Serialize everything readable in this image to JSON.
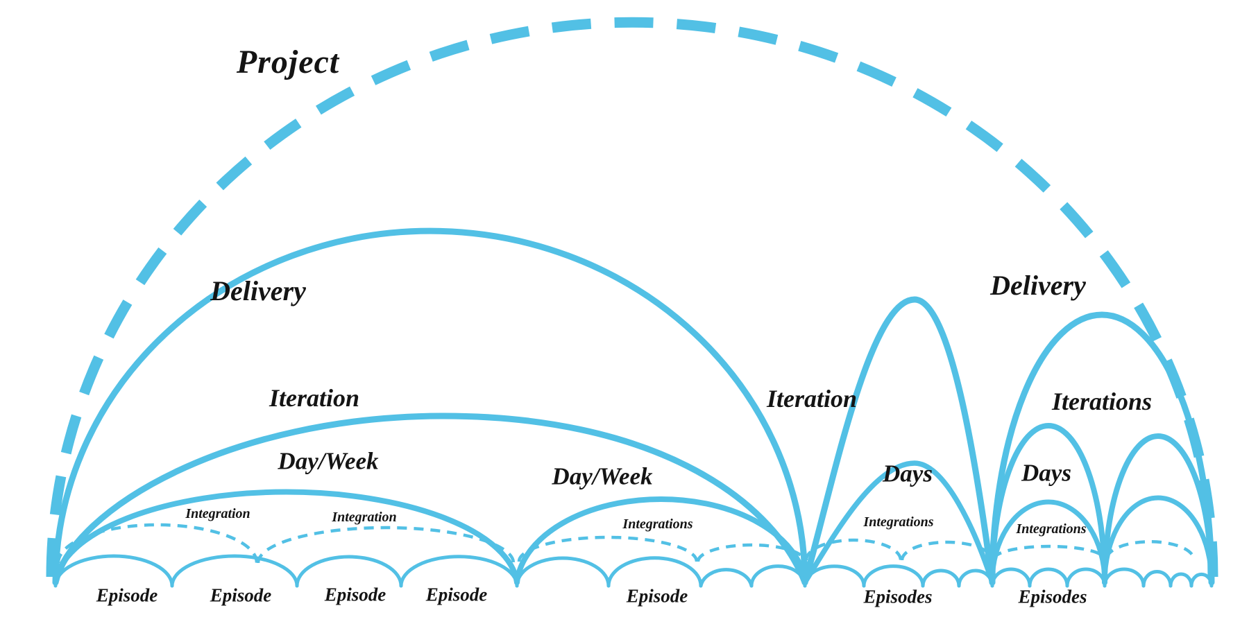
{
  "diagram": {
    "description": "Nested project rhythm arcs: a dashed Project arc containing Delivery, Iteration, Day/Week, Integration and Episode cycles; right side shows compressed cycles (Iterations, Days, Integrations, Episodes).",
    "accent_color": "#52c0e5",
    "text_color": "#141414",
    "levels": [
      {
        "name": "Project",
        "style": "dashed"
      },
      {
        "name": "Delivery",
        "style": "solid"
      },
      {
        "name": "Iteration",
        "style": "solid"
      },
      {
        "name": "Day/Week",
        "style": "solid"
      },
      {
        "name": "Integration",
        "style": "dashed"
      },
      {
        "name": "Episode",
        "style": "solid"
      }
    ]
  },
  "labels": {
    "project": "Project",
    "delivery_left": "Delivery",
    "delivery_right": "Delivery",
    "iteration_left": "Iteration",
    "iteration_mid": "Iteration",
    "iterations_right": "Iterations",
    "dayweek_left": "Day/Week",
    "dayweek_mid": "Day/Week",
    "days_1": "Days",
    "days_2": "Days",
    "integration_1": "Integration",
    "integration_2": "Integration",
    "integrations_1": "Integrations",
    "integrations_2": "Integrations",
    "integrations_3": "Integrations",
    "episode_labels": [
      "Episode",
      "Episode",
      "Episode",
      "Episode",
      "Episode"
    ],
    "episodes_labels": [
      "Episodes",
      "Episodes"
    ]
  }
}
